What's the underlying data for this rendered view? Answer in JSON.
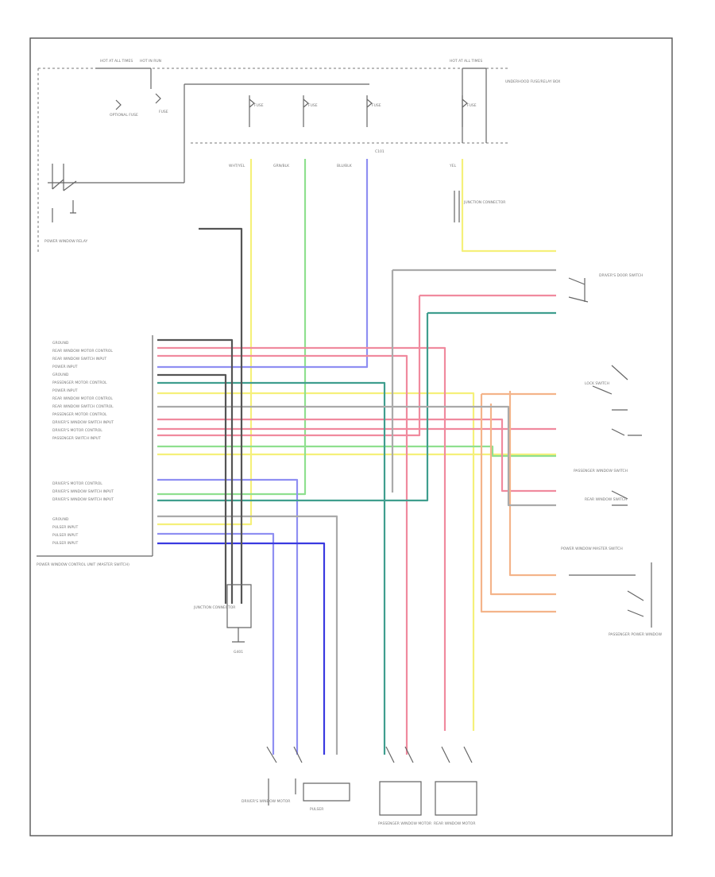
{
  "diagram": {
    "colors": {
      "yellow": "#f5f07a",
      "green": "#8fe08f",
      "blue": "#8f8ff2",
      "red": "#f08a9e",
      "teal": "#3f9e8e",
      "orange": "#f4b48a",
      "grey": "#aaaaaa",
      "black": "#555555",
      "dark_blue": "#3a3ae0"
    },
    "top_labels": [
      "HOT AT ALL TIMES",
      "HOT IN RUN",
      "HOT AT ALL TIMES",
      "UNDERHOOD FUSE/RELAY BOX"
    ],
    "fuse_labels": [
      "OPTIONAL FUSE",
      "FUSE",
      "FUSE",
      "FUSE",
      "FUSE",
      "FUSE"
    ],
    "wire_tags_top": [
      "WHT/YEL",
      "GRN/BLK",
      "BLU/BLK",
      "C101",
      "YEL"
    ],
    "relay_label": "POWER WINDOW RELAY",
    "connector_label": "JUNCTION CONNECTOR",
    "ground_label": "G401",
    "main_module_label": "POWER WINDOW CONTROL UNIT (MASTER SWITCH)",
    "module_pins": [
      "GROUND",
      "REAR WINDOW MOTOR CONTROL",
      "REAR WINDOW SWITCH INPUT",
      "POWER INPUT",
      "GROUND",
      "PASSENGER MOTOR CONTROL",
      "POWER INPUT",
      "REAR WINDOW MOTOR CONTROL",
      "REAR WINDOW SWITCH CONTROL",
      "PASSENGER MOTOR CONTROL",
      "DRIVER'S WINDOW SWITCH INPUT",
      "DRIVER'S MOTOR CONTROL",
      "PASSENGER SWITCH INPUT",
      "DRIVER'S MOTOR CONTROL",
      "DRIVER'S WINDOW SWITCH INPUT",
      "DRIVER'S WINDOW SWITCH INPUT",
      "GROUND",
      "PULSER INPUT",
      "PULSER INPUT",
      "PULSER INPUT"
    ],
    "right_labels": [
      "DRIVER'S DOOR SWITCH",
      "LOCK SWITCH",
      "PASSENGER WINDOW SWITCH",
      "REAR WINDOW SWITCH",
      "POWER WINDOW MASTER SWITCH",
      "PASSENGER POWER WINDOW"
    ],
    "bottom_labels": [
      "DRIVER'S WINDOW MOTOR",
      "PULSER",
      "PASSENGER WINDOW MOTOR",
      "REAR WINDOW MOTOR"
    ]
  }
}
